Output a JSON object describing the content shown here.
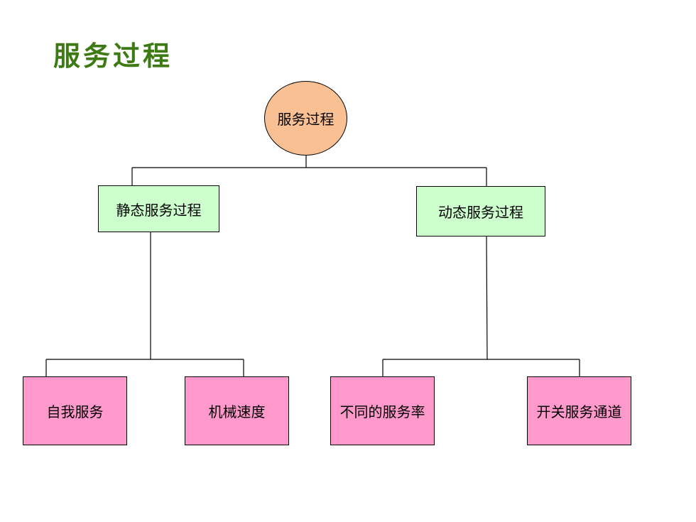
{
  "title": "服务过程",
  "diagram": {
    "root": "服务过程",
    "branches": [
      {
        "label": "静态服务过程",
        "children": [
          "自我服务",
          "机械速度"
        ]
      },
      {
        "label": "动态服务过程",
        "children": [
          "不同的服务率",
          "开关服务通道"
        ]
      }
    ],
    "colors": {
      "title": "#3d7a14",
      "root_fill": "#f9c193",
      "branch_fill": "#ccffcc",
      "leaf_fill": "#ff99cc",
      "line": "#000000"
    }
  }
}
